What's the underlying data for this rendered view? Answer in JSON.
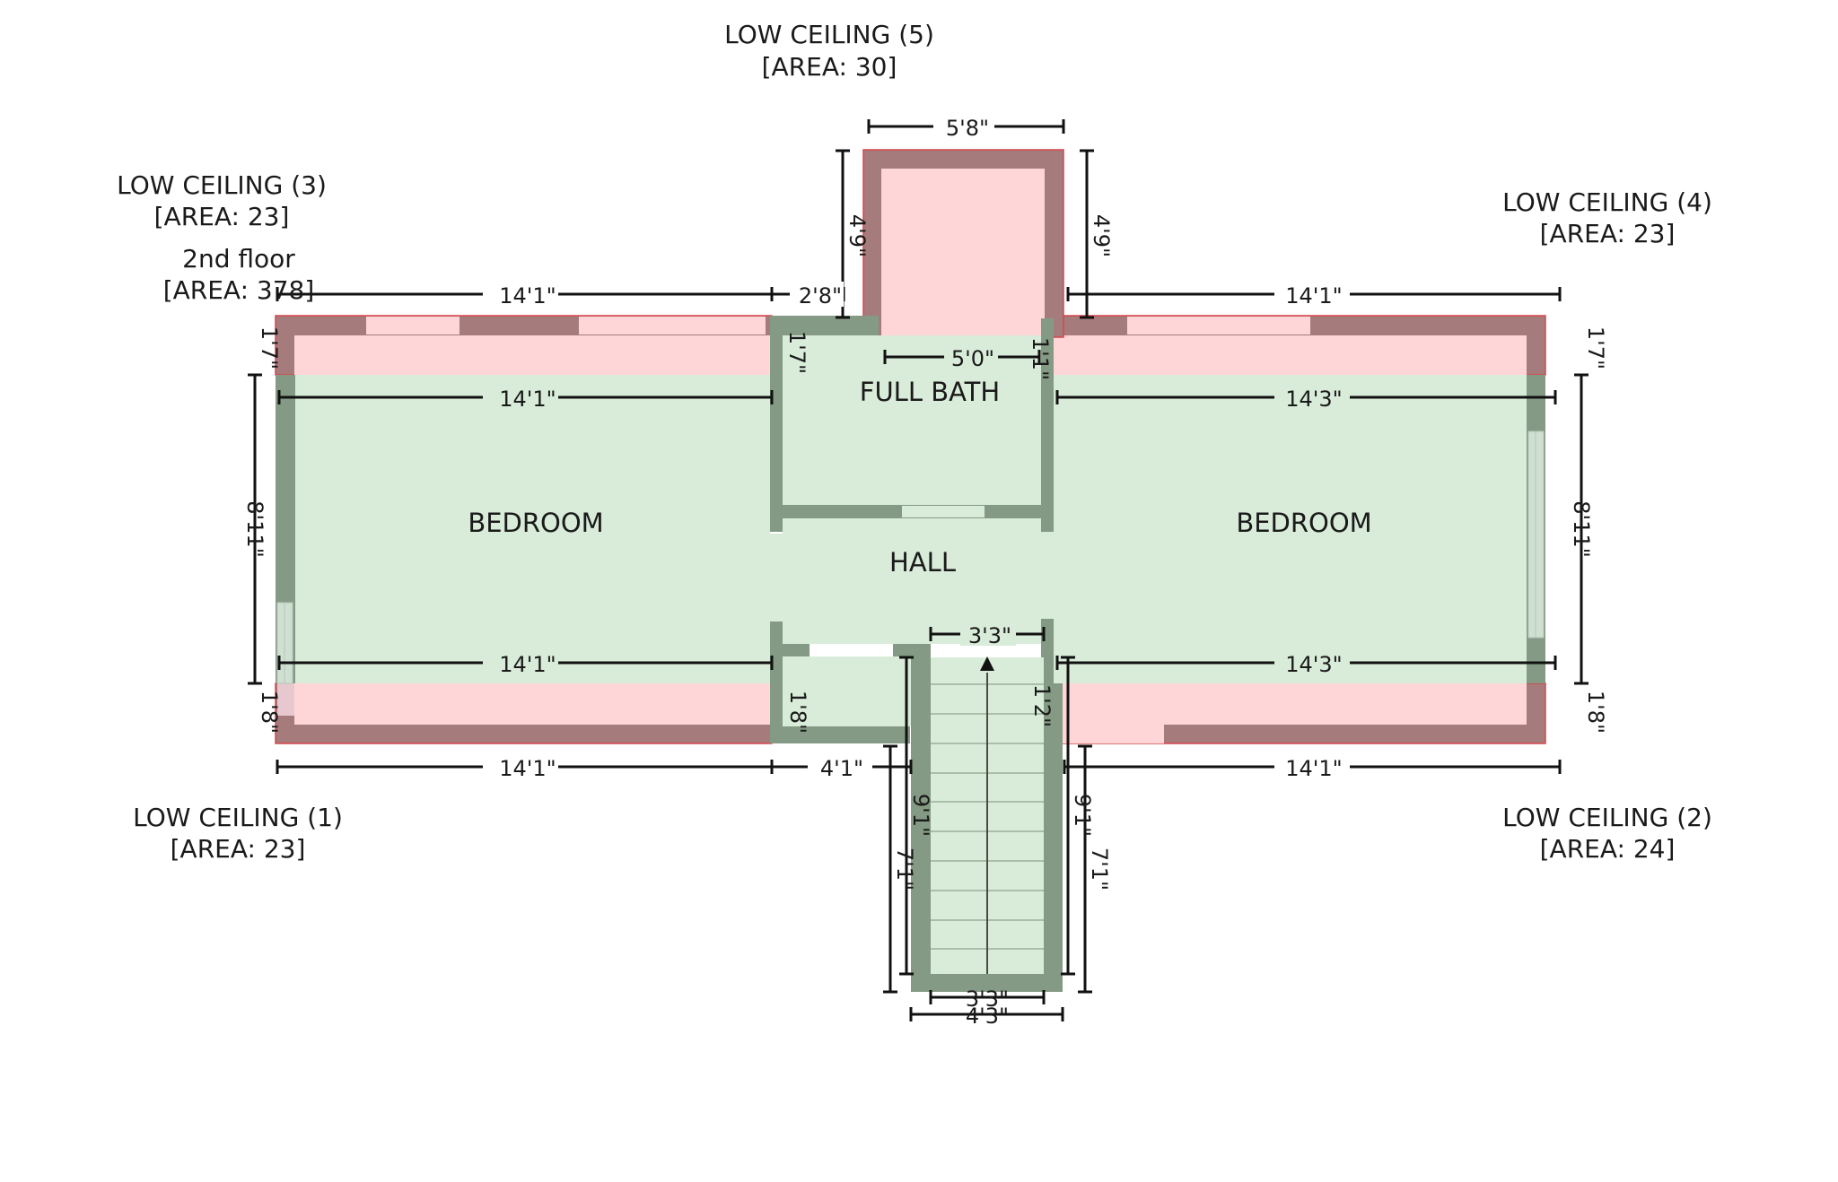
{
  "floor": {
    "name": "2nd floor",
    "area": "[AREA: 378]"
  },
  "rooms": {
    "bedroom_left": "BEDROOM",
    "bedroom_right": "BEDROOM",
    "full_bath": "FULL BATH",
    "hall": "HALL"
  },
  "low_ceilings": [
    {
      "name": "LOW CEILING (1)",
      "area": "[AREA: 23]"
    },
    {
      "name": "LOW CEILING (2)",
      "area": "[AREA: 24]"
    },
    {
      "name": "LOW CEILING (3)",
      "area": "[AREA: 23]"
    },
    {
      "name": "LOW CEILING (4)",
      "area": "[AREA: 23]"
    },
    {
      "name": "LOW CEILING (5)",
      "area": "[AREA: 30]"
    }
  ],
  "dimensions": {
    "top_alcove_width": "5'8\"",
    "top_alcove_left_depth": "4'9\"",
    "top_alcove_right_depth": "4'9\"",
    "top_left_length": "14'1\"",
    "top_mid_gap": "2'8\"",
    "top_right_length": "14'1\"",
    "bath_width": "5'0\"",
    "bath_left_side": "1'7\"",
    "bath_right_side": "1'1\"",
    "left_top_strip": "1'7\"",
    "right_top_strip": "1'7\"",
    "left_bedroom_upper": "14'1\"",
    "right_bedroom_upper": "14'3\"",
    "left_height": "8'11\"",
    "right_height": "8'11\"",
    "left_bedroom_lower": "14'1\"",
    "right_bedroom_lower": "14'3\"",
    "left_bottom_strip": "1'8\"",
    "right_bottom_strip": "1'8\"",
    "stair_top_width": "3'3\"",
    "hall_lower_left": "1'8\"",
    "stair_right_upper": "1'2\"",
    "bottom_left_length": "14'1\"",
    "bottom_mid_gap": "4'1\"",
    "bottom_right_length": "14'1\"",
    "stair_left_short": "9'1\"",
    "stair_right_short": "9'1\"",
    "stair_left_long": "7'1\"",
    "stair_right_long": "7'1\"",
    "stair_bottom_inner": "3'3\"",
    "stair_bottom_outer": "4'3\""
  },
  "colors": {
    "room_fill": "#d9ecd9",
    "wall": "#849a84",
    "low_ceiling_fill": "#ffd6d8",
    "low_ceiling_wall": "#a57b7c",
    "low_ceiling_outline": "#d8464b",
    "window": "#cfe0d2",
    "dimension": "#111111"
  }
}
